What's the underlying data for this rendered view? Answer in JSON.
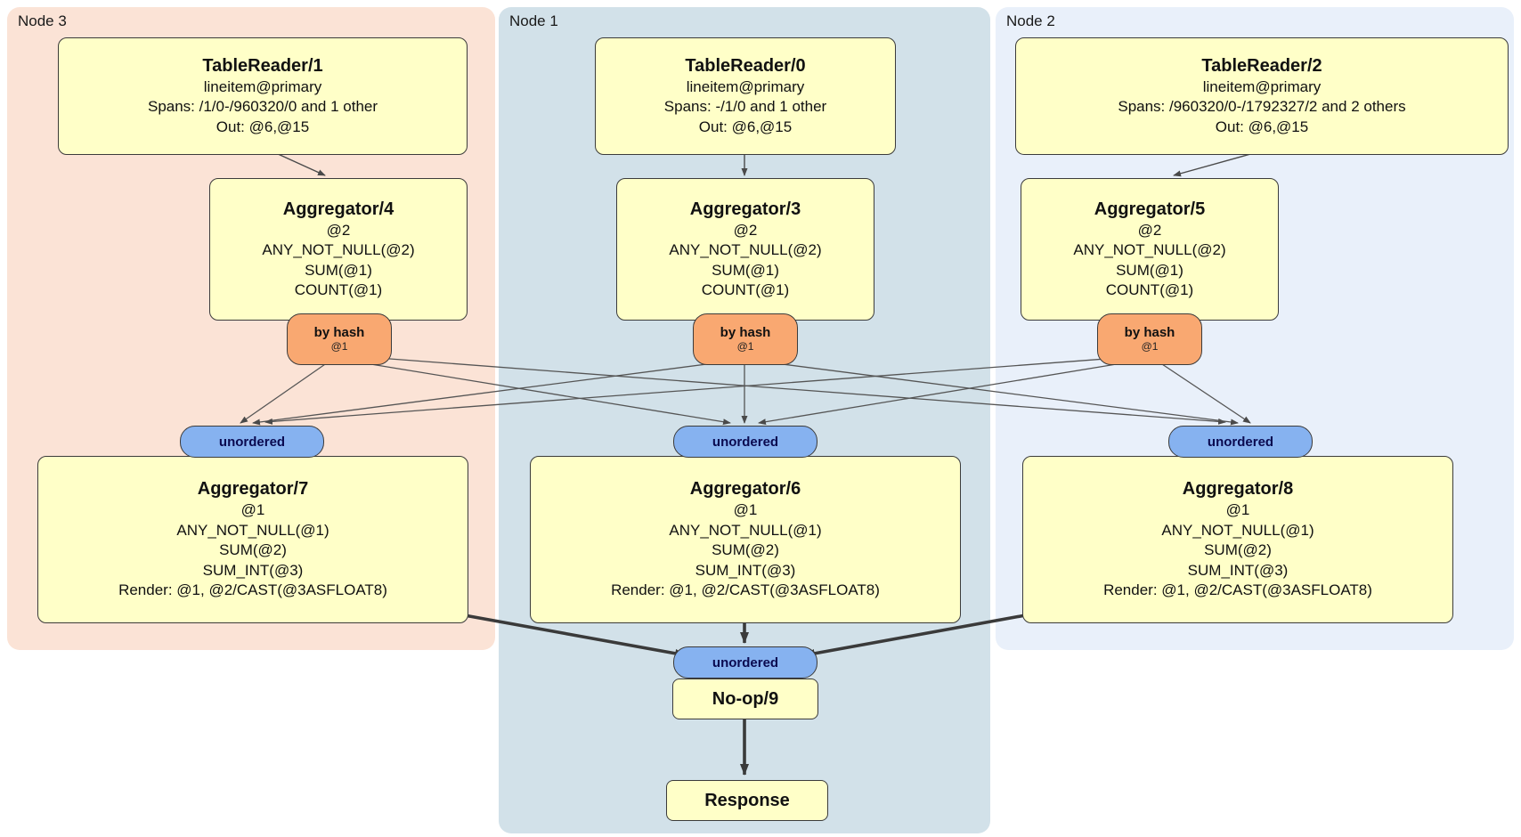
{
  "regions": {
    "node3": {
      "label": "Node 3",
      "table_reader": {
        "title": "TableReader/1",
        "table": "lineitem@primary",
        "spans": "Spans: /1/0-/960320/0 and 1 other",
        "out": "Out: @6,@15"
      },
      "aggregator_top": {
        "title": "Aggregator/4",
        "lines": [
          "@2",
          "ANY_NOT_NULL(@2)",
          "SUM(@1)",
          "COUNT(@1)"
        ]
      },
      "router": {
        "label": "by hash",
        "detail": "@1"
      },
      "sync": {
        "label": "unordered"
      },
      "aggregator_bottom": {
        "title": "Aggregator/7",
        "lines": [
          "@1",
          "ANY_NOT_NULL(@1)",
          "SUM(@2)",
          "SUM_INT(@3)",
          "Render: @1, @2/CAST(@3ASFLOAT8)"
        ]
      }
    },
    "node1": {
      "label": "Node 1",
      "table_reader": {
        "title": "TableReader/0",
        "table": "lineitem@primary",
        "spans": "Spans: -/1/0 and 1 other",
        "out": "Out: @6,@15"
      },
      "aggregator_top": {
        "title": "Aggregator/3",
        "lines": [
          "@2",
          "ANY_NOT_NULL(@2)",
          "SUM(@1)",
          "COUNT(@1)"
        ]
      },
      "router": {
        "label": "by hash",
        "detail": "@1"
      },
      "sync": {
        "label": "unordered"
      },
      "aggregator_bottom": {
        "title": "Aggregator/6",
        "lines": [
          "@1",
          "ANY_NOT_NULL(@1)",
          "SUM(@2)",
          "SUM_INT(@3)",
          "Render: @1, @2/CAST(@3ASFLOAT8)"
        ]
      },
      "final_sync": {
        "label": "unordered"
      },
      "noop": {
        "title": "No-op/9"
      },
      "response": {
        "title": "Response"
      }
    },
    "node2": {
      "label": "Node 2",
      "table_reader": {
        "title": "TableReader/2",
        "table": "lineitem@primary",
        "spans": "Spans: /960320/0-/1792327/2 and 2 others",
        "out": "Out: @6,@15"
      },
      "aggregator_top": {
        "title": "Aggregator/5",
        "lines": [
          "@2",
          "ANY_NOT_NULL(@2)",
          "SUM(@1)",
          "COUNT(@1)"
        ]
      },
      "router": {
        "label": "by hash",
        "detail": "@1"
      },
      "sync": {
        "label": "unordered"
      },
      "aggregator_bottom": {
        "title": "Aggregator/8",
        "lines": [
          "@1",
          "ANY_NOT_NULL(@1)",
          "SUM(@2)",
          "SUM_INT(@3)",
          "Render: @1, @2/CAST(@3ASFLOAT8)"
        ]
      }
    }
  },
  "colors": {
    "node3_bg": "#fbe3d6",
    "node1_bg": "#d2e1e9",
    "node2_bg": "#e9f0fa",
    "box_bg": "#ffffc8",
    "router_bg": "#f9a871",
    "sync_bg": "#86b2f0"
  }
}
